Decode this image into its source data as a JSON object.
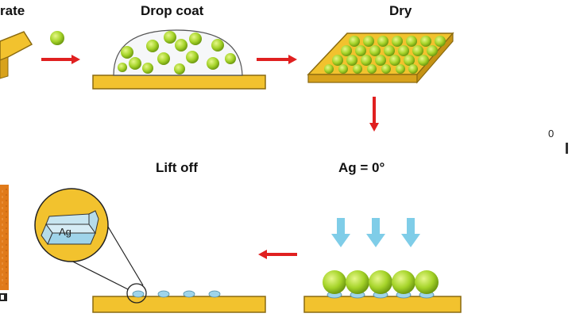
{
  "steps": {
    "substrate": "rate",
    "drop_coat": "Drop coat",
    "dry": "Dry",
    "ag_deposition": "Ag = 0°",
    "lift_off": "Lift off"
  },
  "inset": {
    "particle_label": "Ag"
  },
  "stray": {
    "edge_char": "0"
  },
  "colors": {
    "substrate": "#f2c22e",
    "substrate_edge": "#8a6a10",
    "sphere": "#a8d62e",
    "arrow_red": "#e02020",
    "arrow_blue": "#7fcde8",
    "ag_particle": "#9fd4ea",
    "orange_panel": "#e07a1a"
  }
}
